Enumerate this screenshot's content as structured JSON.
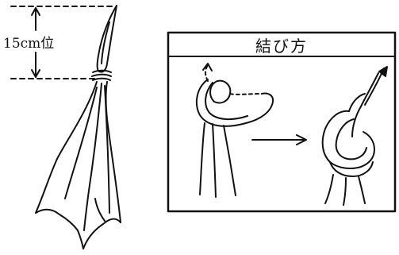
{
  "figure": {
    "measure_label": "15cm位",
    "panel_title": "結び方"
  },
  "colors": {
    "ink": "#111111",
    "background": "#ffffff"
  },
  "icons": [
    "scarf-knot-illustration",
    "tying-method-step1",
    "tying-method-step2",
    "direction-arrow"
  ]
}
